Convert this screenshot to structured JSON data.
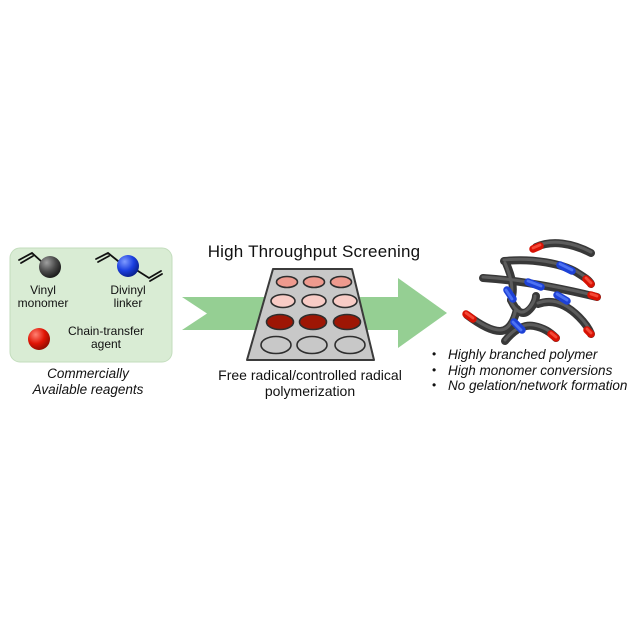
{
  "figure": {
    "title": "High Throughput Screening"
  },
  "left_panel": {
    "reagents": [
      {
        "id": "vinyl-monomer",
        "label_line1": "Vinyl",
        "label_line2": "monomer"
      },
      {
        "id": "divinyl-linker",
        "label_line1": "Divinyl",
        "label_line2": "linker"
      },
      {
        "id": "chain-transfer-agent",
        "label_line1": "Chain-transfer",
        "label_line2": "agent"
      }
    ],
    "caption_line1": "Commercially",
    "caption_line2": "Available reagents"
  },
  "center": {
    "plate_caption_line1": "Free radical/controlled radical",
    "plate_caption_line2": "polymerization",
    "plate": {
      "rows": 4,
      "columns": 3
    }
  },
  "right_panel": {
    "bullet_char": "•",
    "bullets": [
      "Highly branched polymer",
      "High monomer conversions",
      "No gelation/network formation"
    ]
  },
  "colors": {
    "panel_green": "#d9ecd4",
    "panel_border": "#c3ddbd",
    "arrow_green": "#95cf93",
    "plate_fill": "#c8c8c8",
    "plate_stroke": "#3b3b3b",
    "well_row1": "#ee9a8e",
    "well_row2": "#f8ccc6",
    "well_row3": "#9e1605",
    "well_row4": "#c8c8c8",
    "chain_gray": "#383838",
    "chain_highlight": "#666666",
    "linker_blue": "#1d41d6",
    "linker_blue_highlight": "#4d72f2",
    "end_red": "#d81204",
    "end_red_highlight": "#f44a38"
  }
}
